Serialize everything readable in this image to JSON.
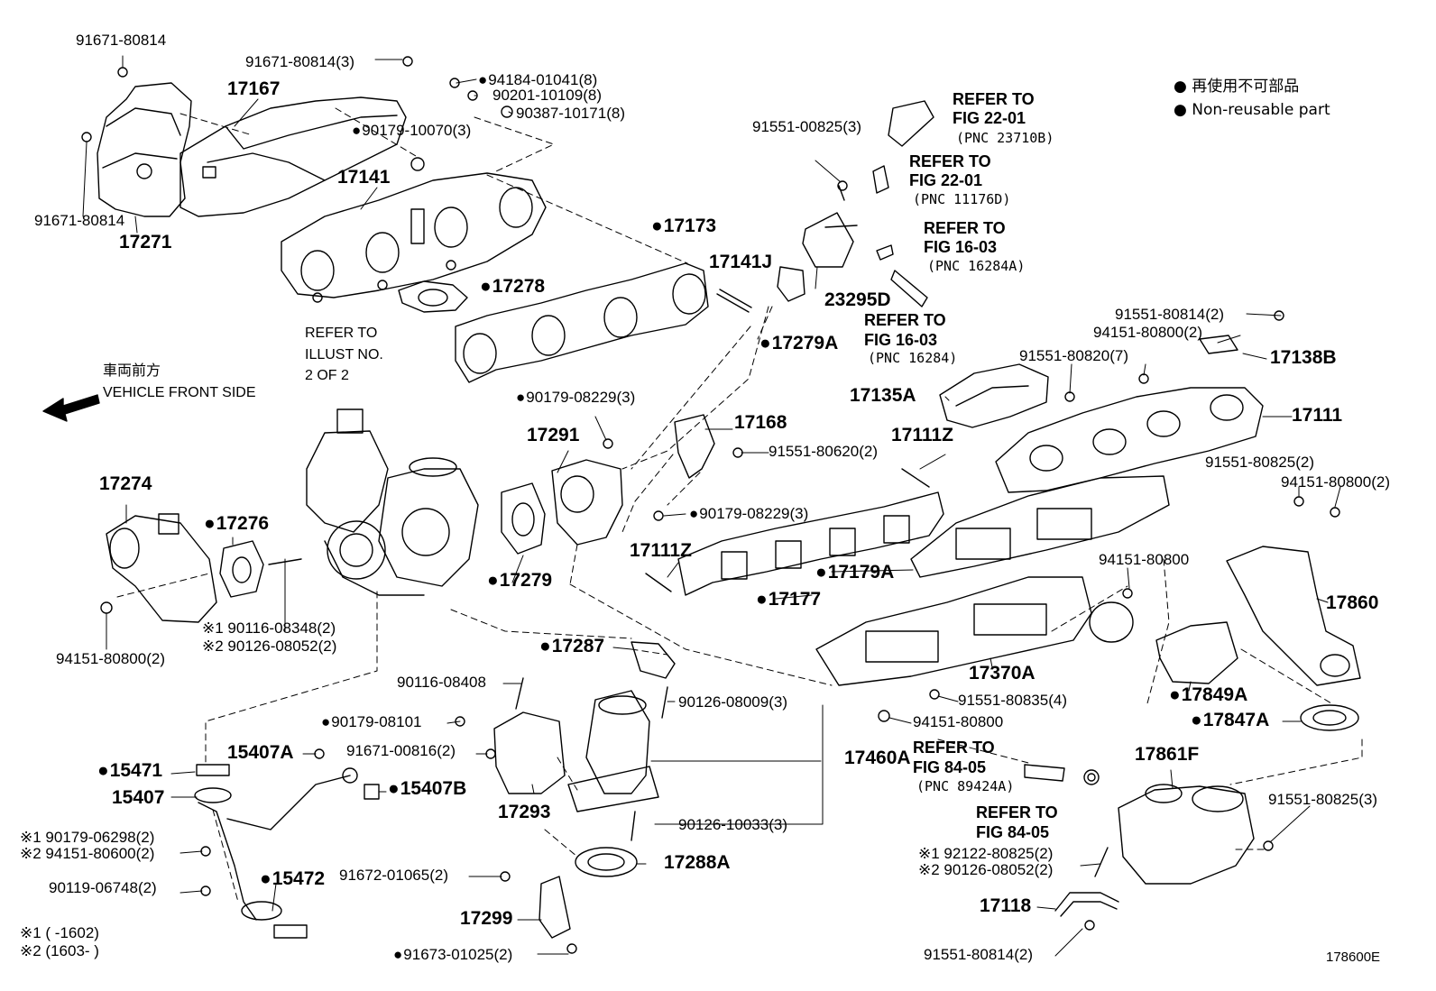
{
  "legend": {
    "ja": "● 再使用不可部品",
    "en": "● Non-reusable part"
  },
  "front": {
    "ja": "車両前方",
    "en": "VEHICLE FRONT SIDE"
  },
  "refer_illust": [
    "REFER TO",
    "ILLUST NO.",
    "2 OF 2"
  ],
  "period_notes": {
    "n1": "※1 (      -1602)",
    "n2": "※2 (1603-      )"
  },
  "figure_code": "178600E",
  "refs": {
    "r1": [
      "REFER TO",
      "FIG 22-01",
      "(PNC 23710B)"
    ],
    "r2": [
      "REFER TO",
      "FIG 22-01",
      "(PNC 11176D)"
    ],
    "r3": [
      "REFER TO",
      "FIG 16-03",
      "(PNC 16284A)"
    ],
    "r4": [
      "REFER TO",
      "FIG 16-03",
      "(PNC 16284)"
    ],
    "r5": [
      "REFER TO",
      "FIG 84-05",
      "(PNC 89424A)"
    ],
    "r6": [
      "REFER TO",
      "FIG 84-05"
    ]
  },
  "labels": {
    "a1": "91671-80814",
    "a2": "91671-80814(3)",
    "a3": "17167",
    "a4": "94184-01041(8)",
    "a5": "90201-10109(8)",
    "a6": "90387-10171(8)",
    "a7": "90179-10070(3)",
    "a8": "91671-80814",
    "a9": "17271",
    "a10": "17141",
    "a11": "17173",
    "a12": "17141J",
    "a13": "17278",
    "a14": "91551-00825(3)",
    "a15": "23295D",
    "a16": "17279A",
    "a17": "91551-80814(2)",
    "a18": "94151-80800(2)",
    "a19": "91551-80820(7)",
    "a20": "17138B",
    "a21": "17135A",
    "a22": "17111",
    "a23": "90179-08229(3)",
    "a24": "17168",
    "a25": "17291",
    "a26": "91551-80620(2)",
    "a27": "17111Z",
    "a28": "91551-80825(2)",
    "a29": "94151-80800(2)",
    "a30": "17274",
    "a31": "17276",
    "a32": "90179-08229(3)",
    "a33": "17111Z",
    "a34": "94151-80800",
    "a35": "17860",
    "a36": "17279",
    "a37": "17179A",
    "a38": "17177",
    "a39": "※1 90116-08348(2)",
    "a40": "※2 90126-08052(2)",
    "a41": "94151-80800(2)",
    "a42": "17287",
    "a43": "17370A",
    "a44": "17849A",
    "a45": "90116-08408",
    "a46": "90126-08009(3)",
    "a47": "91551-80835(4)",
    "a48": "17847A",
    "a49": "90179-08101",
    "a50": "94151-80800",
    "a51": "15407A",
    "a52": "91671-00816(2)",
    "a53": "17460A",
    "a54": "17861F",
    "a55": "15471",
    "a56": "15407B",
    "a57": "15407",
    "a58": "17293",
    "a59": "91551-80825(3)",
    "a60": "※1 90179-06298(2)",
    "a61": "※2 94151-80600(2)",
    "a62": "90126-10033(3)",
    "a63": "17288A",
    "a64": "※1 92122-80825(2)",
    "a65": "※2 90126-08052(2)",
    "a66": "90119-06748(2)",
    "a67": "15472",
    "a68": "91672-01065(2)",
    "a69": "17118",
    "a70": "17299",
    "a71": "91673-01025(2)",
    "a72": "91551-80814(2)"
  }
}
